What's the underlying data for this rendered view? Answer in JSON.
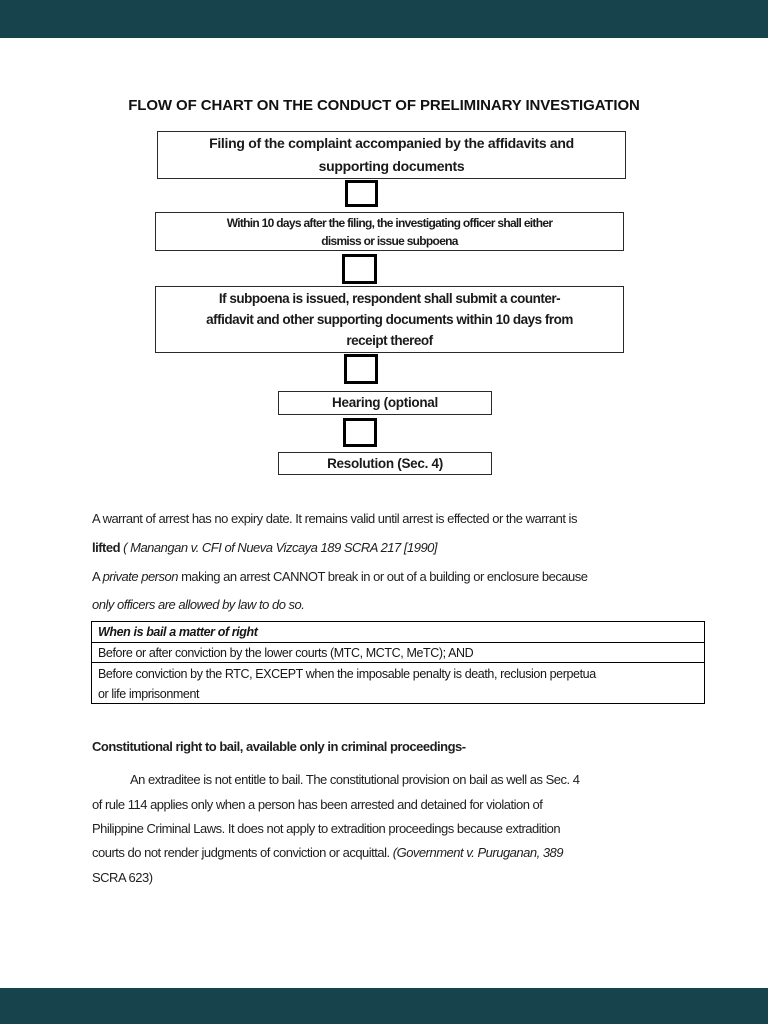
{
  "colors": {
    "viewer_background": "#17434d",
    "page_background": "#ffffff",
    "text": "#1b1b1b",
    "box_border": "#000000"
  },
  "title": "FLOW OF CHART ON THE CONDUCT OF PRELIMINARY INVESTIGATION",
  "flowchart": {
    "box_filing": {
      "line1": "Filing of the complaint accompanied by the affidavits and",
      "line2": "supporting documents"
    },
    "box_within10": {
      "line1": "Within 10 days after the filing, the investigating officer shall either",
      "line2": "dismiss or issue subpoena"
    },
    "box_subpoena": {
      "line1": "If subpoena is issued, respondent shall submit a counter-",
      "line2": "affidavit and other supporting documents within 10 days from",
      "line3": "receipt thereof"
    },
    "box_hearing": {
      "line1": "Hearing (optional"
    },
    "box_resolution": {
      "line1": "Resolution (Sec. 4)"
    }
  },
  "paragraph_warrant": {
    "line1": "A warrant of arrest has no expiry date. It remains valid until arrest is effected or the warrant is",
    "line2_bold": "lifted ",
    "line2_italic": "( Manangan v. CFI of Nueva Vizcaya 189 SCRA 217 [1990]"
  },
  "paragraph_private_person": {
    "line1_start": "A ",
    "line1_italic": "private person",
    "line1_rest": " making an arrest CANNOT break in or out of a building or enclosure because",
    "line2_italic": "only officers are allowed by law to do so."
  },
  "bail_table": {
    "header": "When is bail a matter of right",
    "row1": "Before or after conviction by the lower courts (MTC, MCTC, MeTC); AND",
    "row2_line1": "Before conviction by the RTC, EXCEPT when the imposable penalty is death, reclusion perpetua",
    "row2_line2": "or life imprisonment"
  },
  "heading_bail": "Constitutional right to bail, available only in criminal proceedings-",
  "paragraph_extradition": {
    "line1": "An extraditee is not entitle to bail. The constitutional provision on bail as well as Sec. 4",
    "line2": "of rule 114 applies only when a person has been arrested and detained for violation of",
    "line3": "Philippine Criminal Laws. It does not apply to extradition proceedings because extradition",
    "line4_start": "courts do not render judgments of conviction or acquittal. ",
    "line4_italic": "(Government v. Puruganan, 389",
    "line5": "SCRA 623)"
  }
}
